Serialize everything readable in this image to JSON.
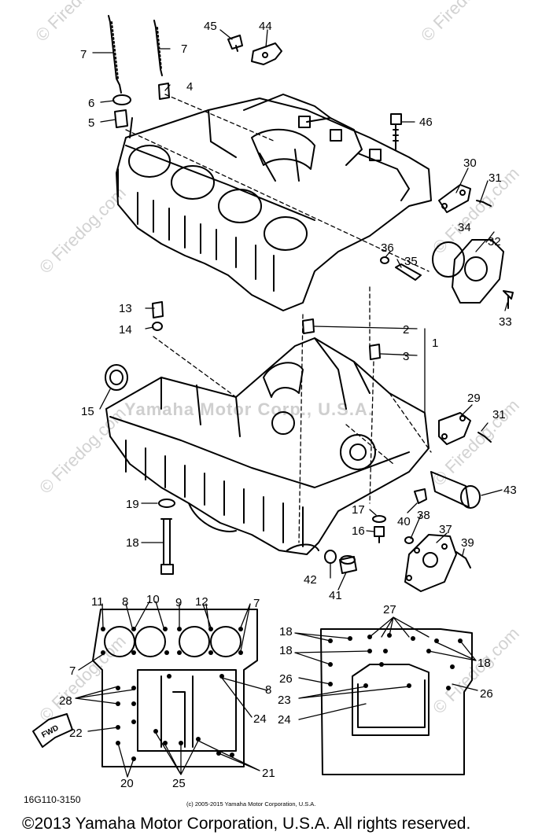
{
  "watermarks": {
    "brand": "© Firedog.com",
    "center": "Yamaha Motor Corp., U.S.A."
  },
  "callouts": {
    "c1": "1",
    "c2": "2",
    "c3": "3",
    "c4": "4",
    "c5": "5",
    "c6": "6",
    "c7": "7",
    "c8": "8",
    "c9": "9",
    "c10": "10",
    "c11": "11",
    "c12": "12",
    "c13": "13",
    "c14": "14",
    "c15": "15",
    "c16": "16",
    "c17": "17",
    "c18": "18",
    "c19": "19",
    "c20": "20",
    "c21": "21",
    "c22": "22",
    "c23": "23",
    "c24": "24",
    "c25": "25",
    "c26": "26",
    "c27": "27",
    "c28": "28",
    "c29": "29",
    "c30": "30",
    "c31": "31",
    "c32": "32",
    "c33": "33",
    "c34": "34",
    "c35": "35",
    "c36": "36",
    "c37": "37",
    "c38": "38",
    "c39": "39",
    "c40": "40",
    "c41": "41",
    "c42": "42",
    "c43": "43",
    "c44": "44",
    "c45": "45",
    "c46": "46"
  },
  "fwd_label": "FWD",
  "drawing_code": "16G110-3150",
  "source_copyright": "(c) 2005-2015 Yamaha Motor Corporation, U.S.A.",
  "footer_copyright": "©2013 Yamaha Motor Corporation, U.S.A. All rights reserved."
}
